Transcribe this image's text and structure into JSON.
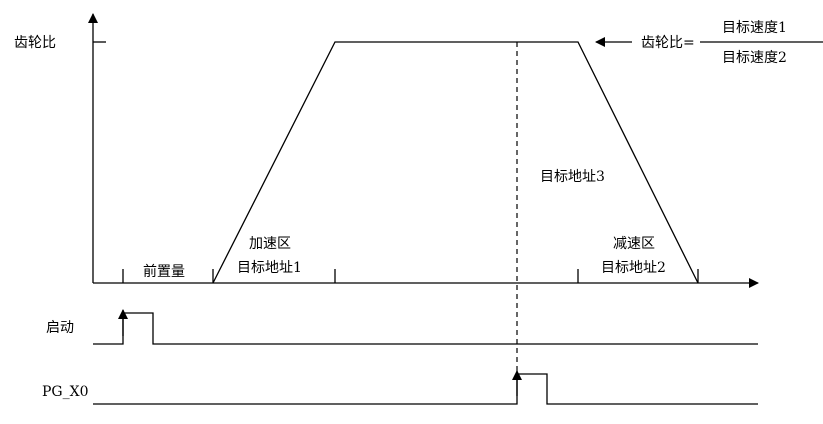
{
  "axis": {
    "y_label": "齿轮比"
  },
  "formula": {
    "lhs": "齿轮比=",
    "numerator": "目标速度1",
    "denominator": "目标速度2"
  },
  "regions": {
    "preset": "前置量",
    "accel_title": "加速区",
    "accel_addr": "目标地址1",
    "target3": "目标地址3",
    "decel_title": "减速区",
    "decel_addr": "目标地址2"
  },
  "signals": {
    "start_label": "启动",
    "pgx0_label": "PG_X0"
  }
}
